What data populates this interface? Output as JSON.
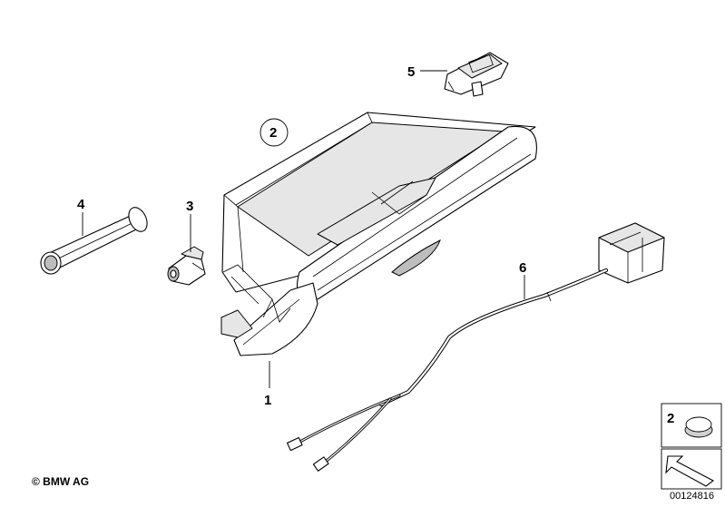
{
  "callouts": {
    "part1": "1",
    "part2_circled": "2",
    "part3": "3",
    "part4": "4",
    "part5": "5",
    "part6": "6",
    "legend2": "2"
  },
  "footer": {
    "copyright": "© BMW AG",
    "document_number": "00124816"
  },
  "icons": {
    "legend_part": "cap-plug-icon",
    "navigation": "arrow-icon"
  }
}
